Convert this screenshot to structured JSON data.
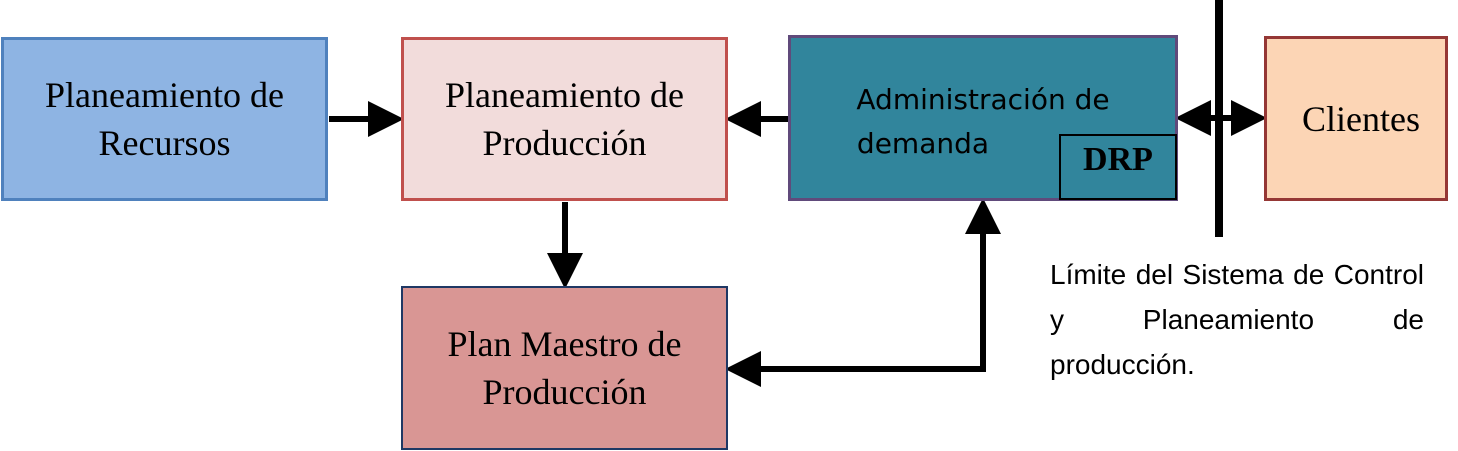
{
  "diagram": {
    "nodes": {
      "resource_planning": {
        "line1": "Planeamiento de",
        "line2": "Recursos",
        "fill": "#8eb4e3",
        "border": "#4f81bd"
      },
      "production_planning": {
        "line1": "Planeamiento de",
        "line2": "Producción",
        "fill": "#f2dcdb",
        "border": "#c0504d"
      },
      "demand_management": {
        "line1": "Administración de",
        "line2": "demanda",
        "fill": "#31859c",
        "border": "#604a7b"
      },
      "drp": {
        "label": "DRP"
      },
      "clients": {
        "label": "Clientes",
        "fill": "#fcd5b5",
        "border": "#953735"
      },
      "master_plan": {
        "line1": "Plan Maestro de",
        "line2": "Producción",
        "fill": "#d99694",
        "border": "#1f3864"
      }
    },
    "boundary": {
      "label": "Límite del Sistema de Control y Planeamiento de producción."
    },
    "edges": [
      {
        "from": "Planeamiento de Recursos",
        "to": "Planeamiento de Producción"
      },
      {
        "from": "Administración de demanda",
        "to": "Planeamiento de Producción"
      },
      {
        "from": "Planeamiento de Producción",
        "to": "Plan Maestro de Producción"
      },
      {
        "from": "Administración de demanda",
        "to": "Plan Maestro de Producción",
        "bidirectional": true
      },
      {
        "from": "Administración de demanda",
        "to": "Clientes",
        "bidirectional": true
      }
    ]
  }
}
